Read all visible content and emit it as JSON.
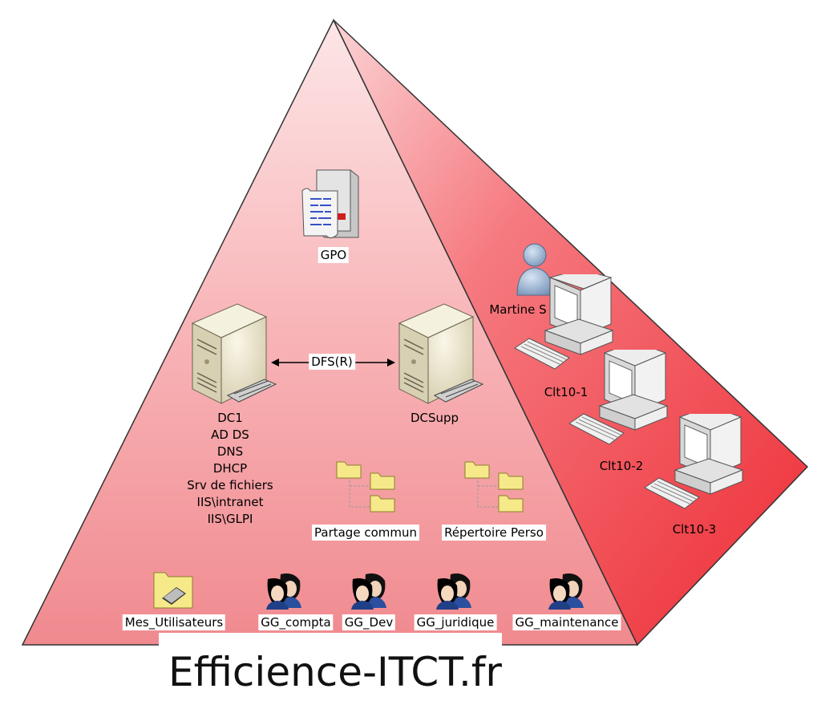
{
  "colors": {
    "front_face": "#f6b3b5",
    "side_face": "#f02e36",
    "edge": "#333333"
  },
  "gpo": {
    "label": "GPO",
    "icon": "gpo-server-icon"
  },
  "servers": {
    "dc1": {
      "label": "DC1",
      "roles": [
        "AD DS",
        "DNS",
        "DHCP",
        "Srv de fichiers",
        "IIS\\intranet",
        "IIS\\GLPI"
      ],
      "icon": "server-icon"
    },
    "dcsupp": {
      "label": "DCSupp",
      "icon": "server-icon"
    },
    "link": {
      "label": "DFS(R)"
    }
  },
  "shares": [
    {
      "label": "Partage commun",
      "icon": "shared-folder-icon"
    },
    {
      "label": "Répertoire Perso",
      "icon": "shared-folder-icon"
    }
  ],
  "user": {
    "label": "Martine S",
    "icon": "user-icon"
  },
  "clients": [
    {
      "label": "Clt10-1",
      "icon": "workstation-icon"
    },
    {
      "label": "Clt10-2",
      "icon": "workstation-icon"
    },
    {
      "label": "Clt10-3",
      "icon": "workstation-icon"
    }
  ],
  "ou": {
    "label": "Mes_Utilisateurs",
    "icon": "ou-folder-icon"
  },
  "groups": [
    {
      "label": "GG_compta",
      "icon": "group-icon"
    },
    {
      "label": "GG_Dev",
      "icon": "group-icon"
    },
    {
      "label": "GG_juridique",
      "icon": "group-icon"
    },
    {
      "label": "GG_maintenance",
      "icon": "group-icon"
    }
  ],
  "footer": "Efficience-ITCT.fr"
}
